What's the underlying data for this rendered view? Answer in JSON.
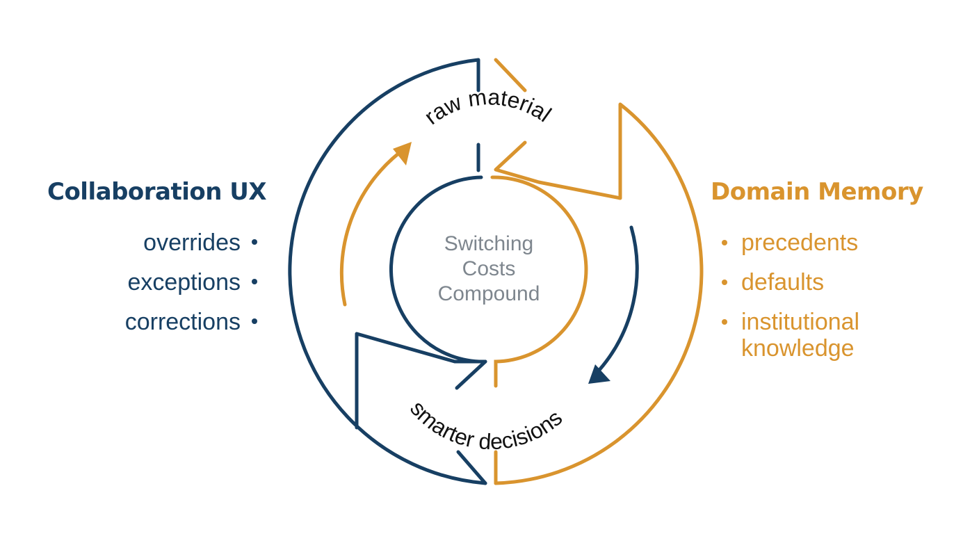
{
  "left": {
    "title": "Collaboration UX",
    "items": [
      "overrides",
      "exceptions",
      "corrections"
    ]
  },
  "right": {
    "title": "Domain Memory",
    "items": [
      "precedents",
      "defaults",
      "institutional knowledge"
    ]
  },
  "center": {
    "line1": "Switching",
    "line2": "Costs",
    "line3": "Compound"
  },
  "loop_labels": {
    "top": "raw material",
    "bottom": "smarter decisions"
  },
  "colors": {
    "navy": "#173f63",
    "orange": "#d9942e",
    "center_text": "#7e868e",
    "label_text": "#111111"
  }
}
